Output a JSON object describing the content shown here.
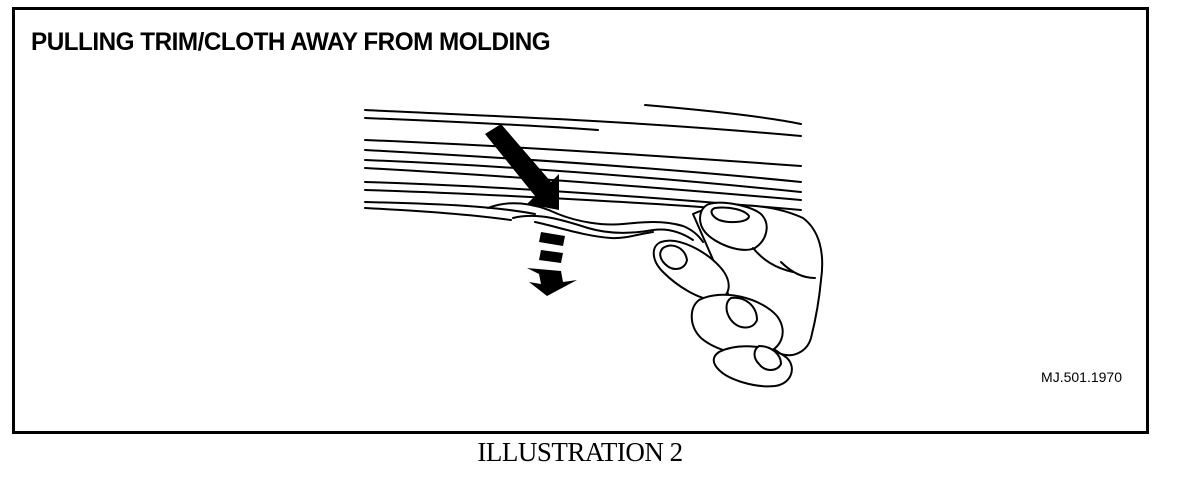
{
  "illustration": {
    "title": "PULLING TRIM/CLOTH AWAY FROM MOLDING",
    "reference_code": "MJ.501.1970",
    "caption": "ILLUSTRATION 2"
  },
  "colors": {
    "ink": "#000000",
    "paper": "#ffffff"
  },
  "icons": {
    "push_arrow": "solid-arrow-down-right",
    "pull_arrow": "dashed-arrow-down"
  }
}
